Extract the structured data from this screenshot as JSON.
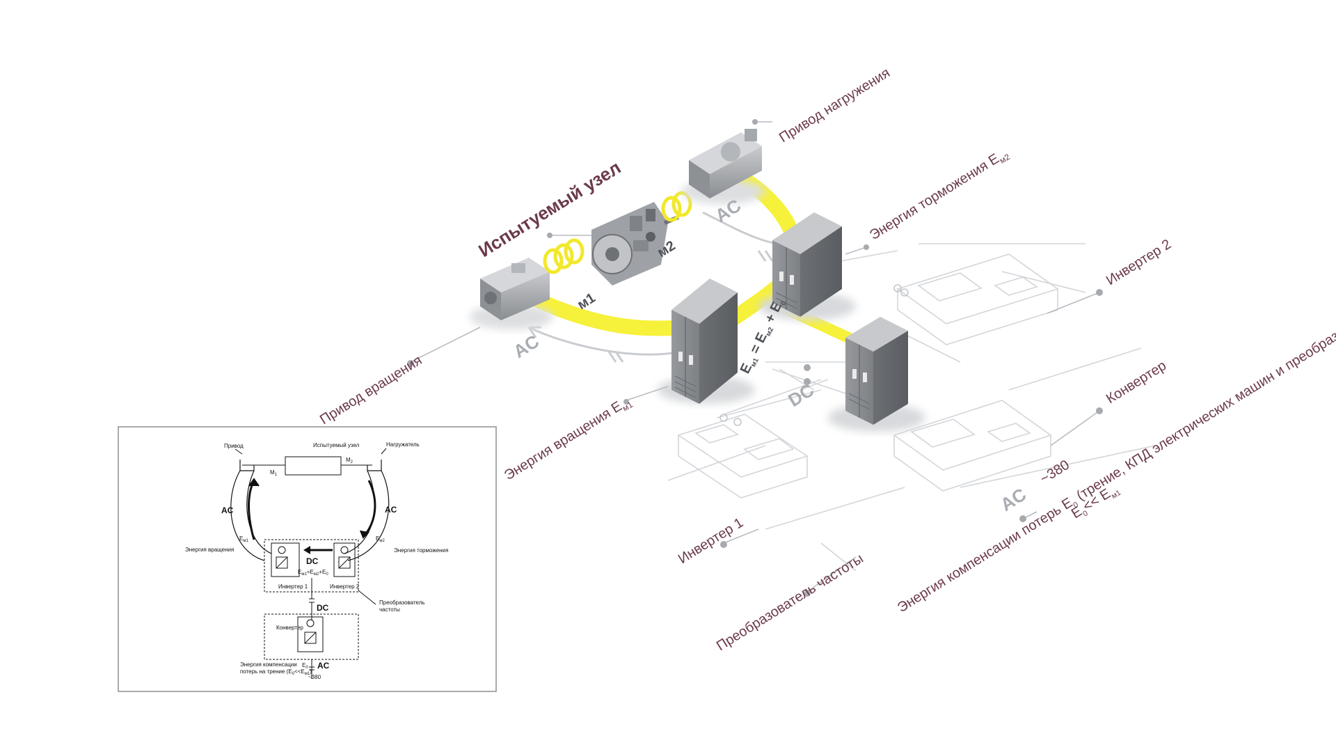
{
  "labels": {
    "tested_unit": "Испытуемый узел",
    "load_drive": "Привод нагружения",
    "rotation_drive": "Привод вращения",
    "braking_energy": "Энергия торможения E",
    "braking_energy_sub": "м2",
    "rotation_energy": "Энергия вращения E",
    "rotation_energy_sub": "м1",
    "inverter1": "Инвертер 1",
    "inverter2": "Инвертер 2",
    "converter": "Конвертер",
    "freq_converter": "Преобразователь частоты",
    "loss_energy": "Энергия компенсации потерь E",
    "loss_energy_sub": "0",
    "loss_energy_tail": " (трение, КПД электрических машин и преобразователей)",
    "loss_relation": "E",
    "loss_relation_sub": "0",
    "loss_relation_mid": "<< E",
    "loss_relation_sub2": "м1",
    "balance_eq": "E",
    "balance_eq_sub1": "м1",
    "balance_eq_mid1": " = E",
    "balance_eq_sub2": "м2",
    "balance_eq_mid2": " + E",
    "balance_eq_sub3": "0",
    "m1": "м1",
    "m2": "м2",
    "ac": "AC",
    "dc": "DC",
    "v380": "~380"
  },
  "mini": {
    "drive": "Привод",
    "tested_unit": "Испытуемый узел",
    "loader": "Нагружатель",
    "m1": "M",
    "m1_sub": "1",
    "m2": "M",
    "m2_sub": "2",
    "ac": "AC",
    "dc": "DC",
    "rotation_energy": "Энергия вращения",
    "braking_energy": "Энергия торможения",
    "e_m1": "E",
    "e_m1_sub": "м1",
    "e_m2": "E",
    "e_m2_sub": "м2",
    "equation": "E",
    "equation_sub1": "м1",
    "equation_mid1": "=E",
    "equation_sub2": "м2",
    "equation_mid2": "+E",
    "equation_sub3": "0",
    "inverter1": "Инвертер 1",
    "inverter2": "Инвертер 2",
    "freq_conv_line1": "Преобразователь",
    "freq_conv_line2": "частоты",
    "converter": "Конвертер",
    "loss_line1": "Энергия компенсации",
    "loss_line2": "потерь на трение (E",
    "loss_line2_sub": "0",
    "loss_line2_mid": "<<E",
    "loss_line2_sub2": "м1",
    "loss_line2_end": ")",
    "e0": "E",
    "e0_sub": "0",
    "v380": "~380"
  },
  "colors": {
    "energy_flow": "#f6f13a",
    "cabinet_front": "#8c8f93",
    "cabinet_top": "#c7c9cc",
    "label": "#6b3a4c",
    "leader": "#b8bcc1"
  }
}
